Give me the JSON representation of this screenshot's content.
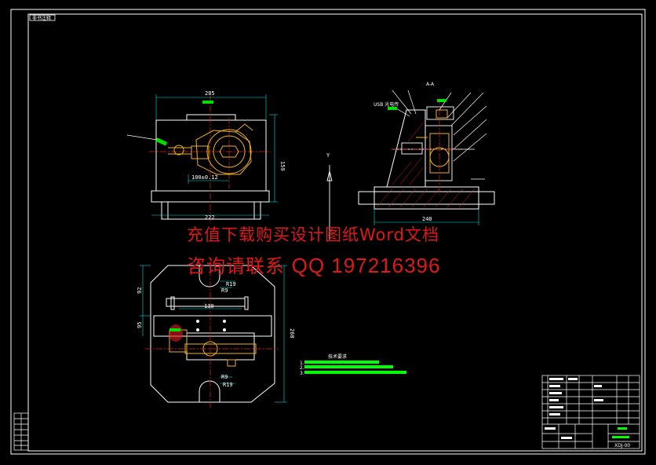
{
  "sheet": {
    "corner_tag": "非书注释"
  },
  "front_view": {
    "dim_width": "205",
    "dim_height": "159",
    "dim_tol": "100±0.12",
    "dim_base": "222"
  },
  "section_view": {
    "label": "A-A",
    "dim_width": "240",
    "leader_tag": "USB 光电传"
  },
  "axis_mark": "Y",
  "plan_view": {
    "dim_92": "92",
    "dim_130": "130",
    "dim_95": "95",
    "dim_260": "260",
    "r19_top": "R19",
    "r9_top": "R9",
    "r9_bottom": "R9",
    "r19_bottom": "R19"
  },
  "tech": {
    "title": "技术要求",
    "items": [
      "1.",
      "2.",
      "3."
    ]
  },
  "title_block": {
    "drawing_no": "XDJ-00"
  },
  "watermark": {
    "line1": "充值下载购买设计图纸Word文档",
    "line2_prefix": "咨询请联系 ",
    "line2_qq": "QQ 197216396"
  },
  "colors": {
    "line": "#ffffff",
    "part": "#f0b020",
    "center": "#e02020",
    "dim": "#00e0e0",
    "hatch": "#e02020",
    "note": "#00ff00",
    "watermark": "#e01818"
  }
}
